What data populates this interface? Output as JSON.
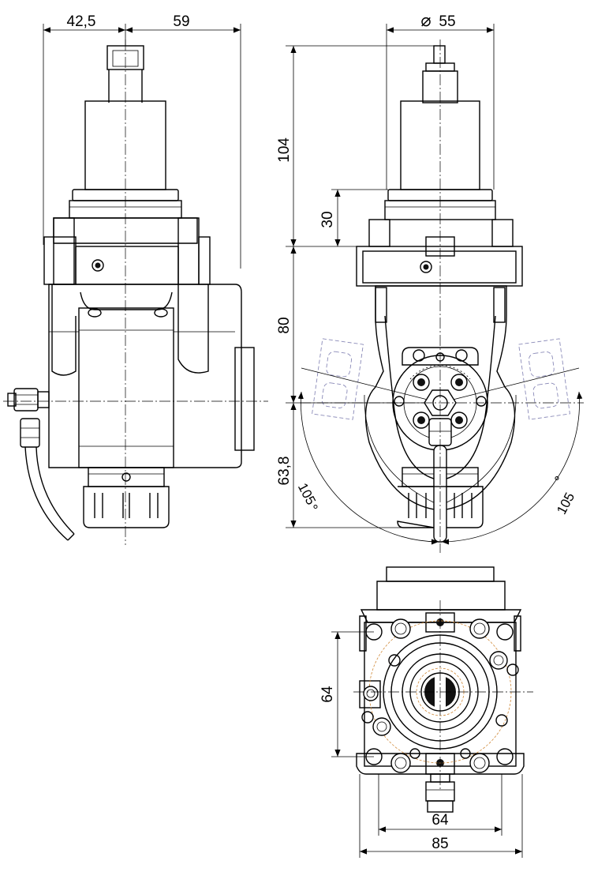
{
  "dimensions": {
    "side_width_left": "42,5",
    "side_width_right": "59",
    "front_diameter": "55",
    "front_height_total": "104",
    "front_height_upper": "30",
    "front_height_mid": "80",
    "front_height_lower": "63,8",
    "angle_left": "105",
    "angle_right": "105",
    "bottom_height": "64",
    "bottom_inner_width": "64",
    "bottom_outer_width": "85"
  },
  "symbols": {
    "diameter": "⌀",
    "degree": "°"
  }
}
